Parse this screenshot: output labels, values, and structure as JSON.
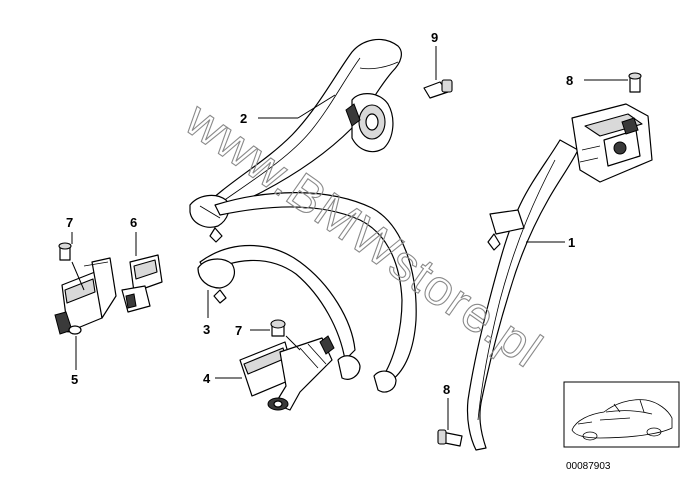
{
  "diagram": {
    "watermark": "www.BMWstore.pl",
    "reference_number": "00087903",
    "callouts": [
      "1",
      "2",
      "3",
      "4",
      "5",
      "6",
      "7",
      "7",
      "8",
      "8",
      "9"
    ]
  }
}
